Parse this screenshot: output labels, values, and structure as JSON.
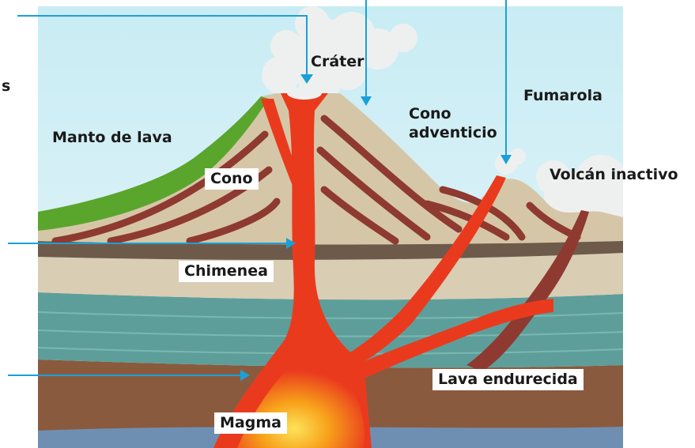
{
  "labels": {
    "crater": "Cráter",
    "manto": "Manto de lava",
    "cono": "Cono",
    "cono_adventicio_1": "Cono",
    "cono_adventicio_2": "adventicio",
    "fumarola": "Fumarola",
    "volcan_inactivo": "Volcán inactivo",
    "chimenea": "Chimenea",
    "lava_endurecida": "Lava endurecida",
    "magma": "Magma"
  },
  "stray_text": "s",
  "colors": {
    "pointer": "#1aa0d8",
    "lava": "#ea3a1e",
    "lava_glow": "#f7a21a",
    "cone": "#d6c6a8",
    "cone_stripe": "#8e3a30",
    "green_lava": "#5aa52c",
    "water_layer": "#5e9e9a",
    "rock_brown": "#8a5a3e",
    "deep_blue": "#6f8fb2",
    "smoke": "#eceeee"
  }
}
